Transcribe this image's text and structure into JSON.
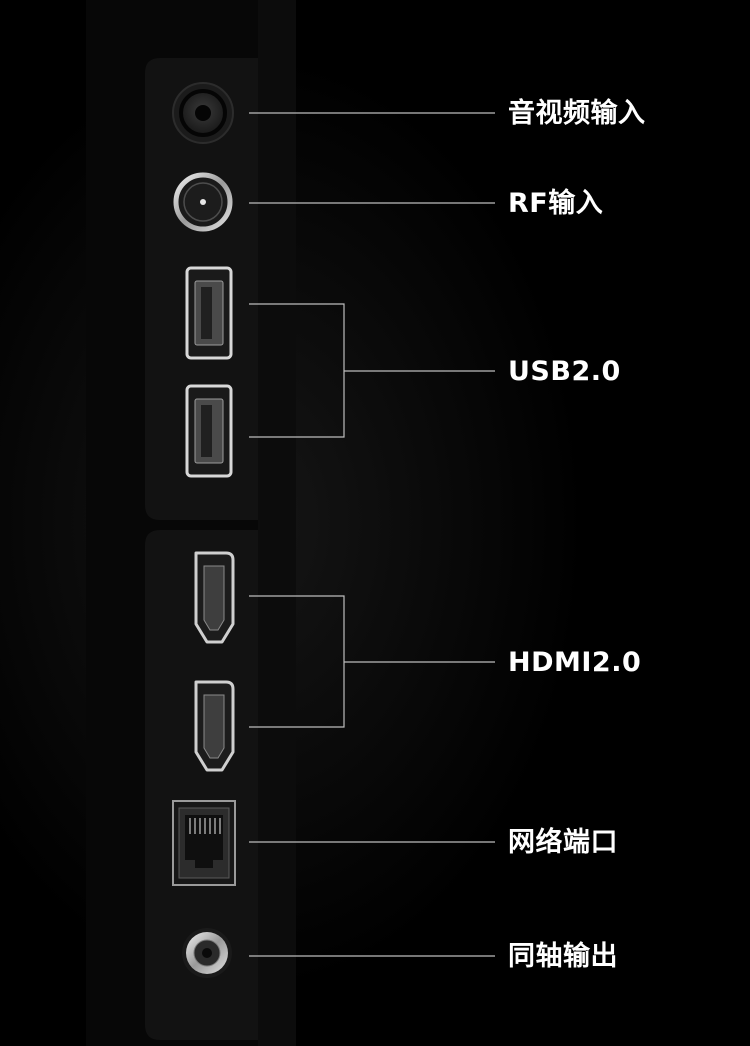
{
  "labels": {
    "av_input": "音视频输入",
    "rf_input": "RF输入",
    "usb": "USB2.0",
    "hdmi": "HDMI2.0",
    "network": "网络端口",
    "coaxial": "同轴输出"
  },
  "colors": {
    "background": "#000000",
    "panel": "#111111",
    "label_text": "#ffffff",
    "leader_line": "#bdbdbd"
  }
}
